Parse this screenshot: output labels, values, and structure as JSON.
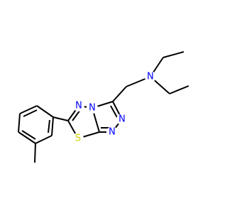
{
  "molecule": {
    "atoms": {
      "n_amine": {
        "label": "N",
        "color": "#0000FF"
      },
      "n_triazole_top": {
        "label": "N",
        "color": "#0000FF"
      },
      "n_triazole_mid": {
        "label": "N",
        "color": "#0000FF"
      },
      "n_triazole_low": {
        "label": "N",
        "color": "#0000FF"
      },
      "n_thiadiazole": {
        "label": "N",
        "color": "#0000FF"
      },
      "s_thiadiazole": {
        "label": "S",
        "color": "#CCCC00"
      }
    },
    "bond_color": "#000000",
    "background": "#ffffff"
  }
}
